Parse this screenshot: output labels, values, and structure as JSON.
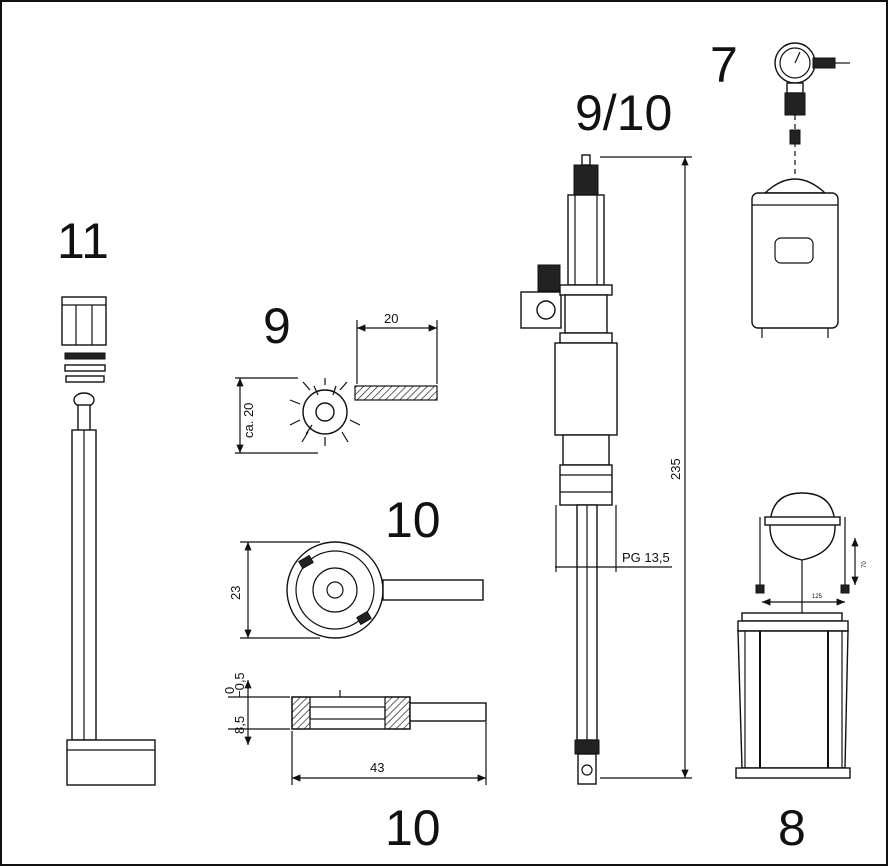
{
  "labels": {
    "part_11": "11",
    "part_9": "9",
    "part_9_10": "9/10",
    "part_7": "7",
    "part_10_top": "10",
    "part_10_bottom": "10",
    "part_8": "8"
  },
  "dimensions": {
    "brush_length": "20",
    "brush_diameter": "ca. 20",
    "disc_height": "23",
    "disc_thickness": "8,5",
    "disc_tolerance_upper": "0",
    "disc_tolerance_lower": "−0,5",
    "disc_length": "43",
    "electrode_length": "235",
    "thread": "PG 13,5",
    "tank_width": "125",
    "tank_height": "70"
  },
  "colors": {
    "ink": "#111111",
    "background": "#ffffff"
  }
}
